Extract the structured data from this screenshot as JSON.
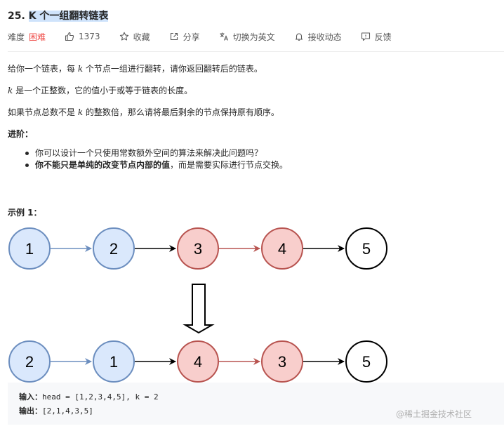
{
  "problem": {
    "number": "25.",
    "title": "K 个一组翻转链表"
  },
  "meta": {
    "difficulty_label": "难度",
    "difficulty": "困难",
    "likes": "1373",
    "favorite": "收藏",
    "share": "分享",
    "switch_lang": "切换为英文",
    "notify": "接收动态",
    "feedback": "反馈"
  },
  "description": {
    "p1_pre": "给你一个链表，每 ",
    "p1_k": "k",
    "p1_post": " 个节点一组进行翻转，请你返回翻转后的链表。",
    "p2_k": "k",
    "p2_post": " 是一个正整数，它的值小于或等于链表的长度。",
    "p3_pre": "如果节点总数不是 ",
    "p3_k": "k",
    "p3_post": " 的整数倍，那么请将最后剩余的节点保持原有顺序。",
    "advanced": "进阶：",
    "bullet1": "你可以设计一个只使用常数额外空间的算法来解决此问题吗？",
    "bullet2_bold": "你不能只是单纯的改变节点内部的值",
    "bullet2_rest": "，而是需要实际进行节点交换。"
  },
  "example": {
    "heading": "示例 1：",
    "before": [
      "1",
      "2",
      "3",
      "4",
      "5"
    ],
    "after": [
      "2",
      "1",
      "4",
      "3",
      "5"
    ],
    "input_label": "输入：",
    "input_value": "head = [1,2,3,4,5], k = 2",
    "output_label": "输出：",
    "output_value": "[2,1,4,3,5]"
  },
  "colors": {
    "blue_fill": "#dae8fc",
    "blue_stroke": "#6c8ebf",
    "red_fill": "#f8cecc",
    "red_stroke": "#b85450",
    "difficulty": "#ef4743"
  },
  "watermark": "@稀土掘金技术社区"
}
